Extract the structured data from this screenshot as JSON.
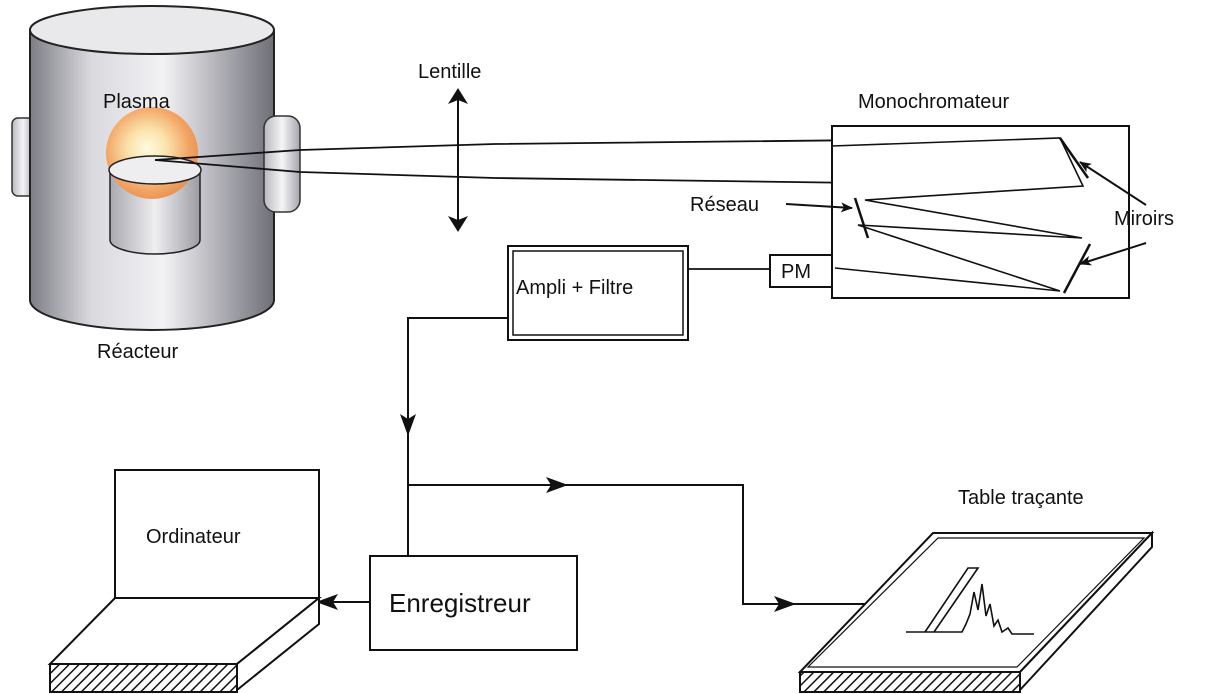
{
  "labels": {
    "plasma": "Plasma",
    "lens": "Lentille",
    "monochromator": "Monochromateur",
    "grating": "Réseau",
    "mirrors": "Miroirs",
    "amplifier": "Ampli + Filtre",
    "pm": "PM",
    "reactor": "Réacteur",
    "plotter": "Table traçante",
    "computer": "Ordinateur",
    "recorder": "Enregistreur"
  },
  "colors": {
    "plasma_glow": "#f7c48a",
    "plasma_core": "#fff6d0",
    "reactor_body": "#cfcfd4",
    "reactor_shade": "#8e8e96"
  }
}
